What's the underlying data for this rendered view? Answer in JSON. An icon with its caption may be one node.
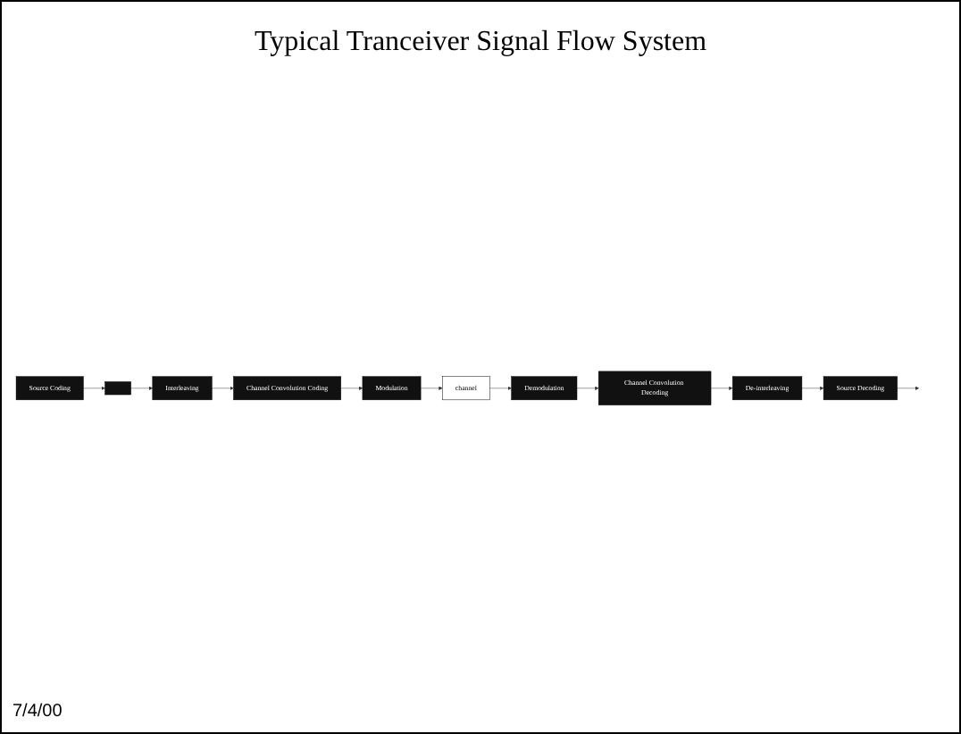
{
  "diagram": {
    "title": "Typical Tranceiver Signal Flow System",
    "nodes": [
      {
        "text": [
          "Source Coding"
        ]
      },
      {
        "text": [],
        "shape": "box"
      },
      {
        "text": [
          "Interleaving"
        ]
      },
      {
        "text": [
          "Channel Convolution Coding"
        ]
      },
      {
        "text": [
          "Modulation"
        ]
      },
      {
        "text": [
          "channel"
        ]
      },
      {
        "text": [
          "Demodulation"
        ]
      },
      {
        "text": [
          "Channel Convolution Decoding"
        ]
      },
      {
        "text": [
          "De-interleaving"
        ]
      },
      {
        "text": [
          "Source Decoding"
        ]
      }
    ],
    "edges": [
      {
        "from": 0,
        "to": 1,
        "arrow": "to"
      },
      {
        "from": 1,
        "to": 2,
        "arrow": "to"
      },
      {
        "from": 2,
        "to": 3,
        "arrow": "to"
      },
      {
        "from": 3,
        "to": 4,
        "arrow": "to"
      },
      {
        "from": 4,
        "to": 5,
        "arrow": "to"
      },
      {
        "from": 5,
        "to": 6,
        "arrow": "to"
      },
      {
        "from": 6,
        "to": 7,
        "arrow": "to"
      },
      {
        "from": 7,
        "to": 8,
        "arrow": "to"
      },
      {
        "from": 8,
        "to": 9,
        "arrow": "to"
      },
      {
        "from": 9,
        "to": null,
        "arrow": "to"
      }
    ],
    "labels": [
      "7/4/00"
    ]
  }
}
